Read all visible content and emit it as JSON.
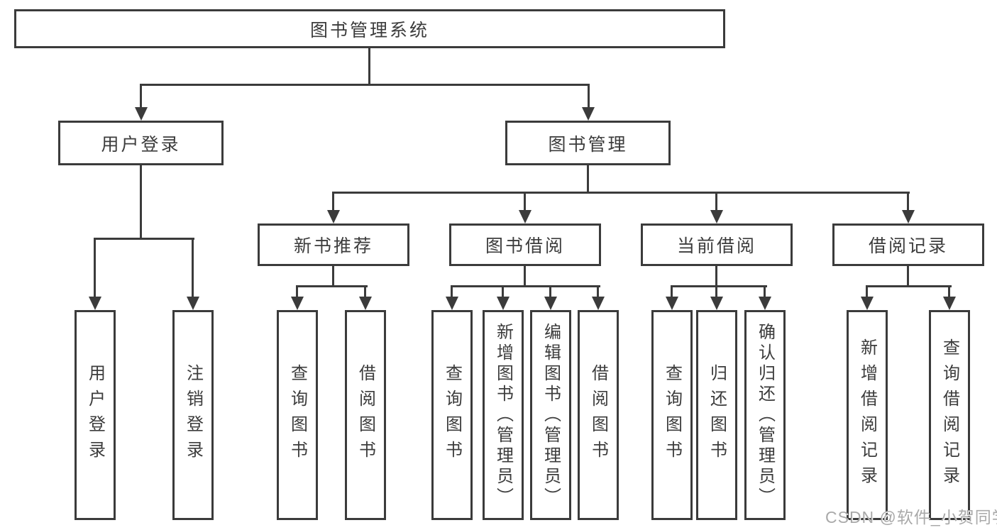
{
  "diagram": {
    "title": "图书管理系统",
    "children": [
      {
        "label": "用户登录",
        "children": [
          {
            "label": "用户登录"
          },
          {
            "label": "注销登录"
          }
        ]
      },
      {
        "label": "图书管理",
        "children": [
          {
            "label": "新书推荐",
            "children": [
              {
                "label": "查询图书"
              },
              {
                "label": "借阅图书"
              }
            ]
          },
          {
            "label": "图书借阅",
            "children": [
              {
                "label": "查询图书"
              },
              {
                "label": "新增图书（管理员）"
              },
              {
                "label": "编辑图书（管理员）"
              },
              {
                "label": "借阅图书"
              }
            ]
          },
          {
            "label": "当前借阅",
            "children": [
              {
                "label": "查询图书"
              },
              {
                "label": "归还图书"
              },
              {
                "label": "确认归还（管理员）"
              }
            ]
          },
          {
            "label": "借阅记录",
            "children": [
              {
                "label": "新增借阅记录"
              },
              {
                "label": "查询借阅记录"
              }
            ]
          }
        ]
      }
    ]
  },
  "watermark": {
    "text": "CSDN @软件_小贺同学"
  },
  "style": {
    "line_color": "#3b3b3b",
    "text_color": "#3c3c3c",
    "box_background": "#ffffff",
    "watermark_color": "#a9a9a9"
  }
}
